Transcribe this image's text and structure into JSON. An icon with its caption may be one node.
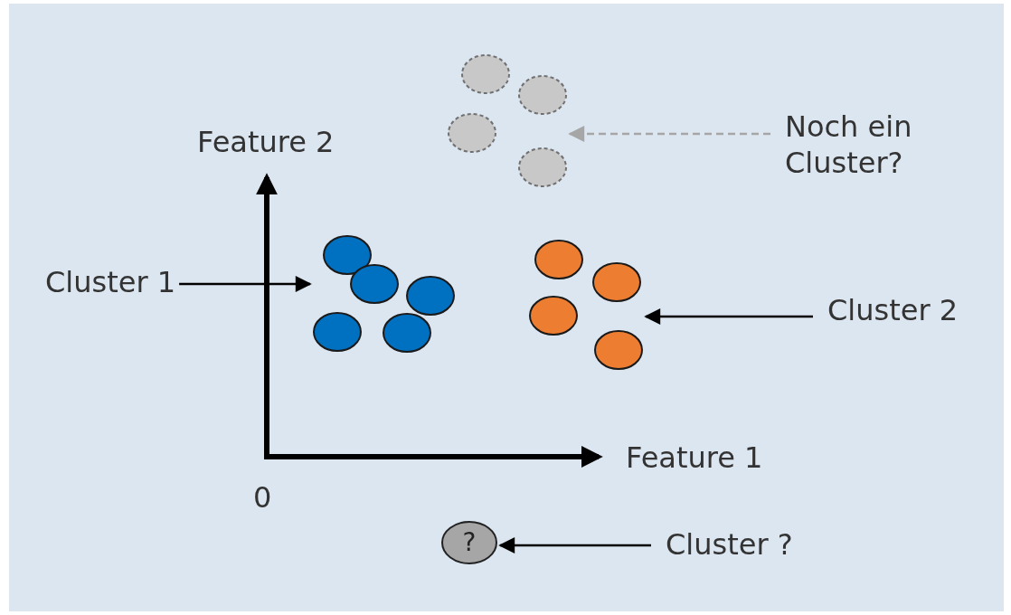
{
  "diagram": {
    "nodes": [
      {
        "text": [
          "Noch ein Cluster?"
        ]
      },
      {
        "text": [],
        "shape": "circle"
      },
      {
        "text": [
          "Cluster 1"
        ]
      },
      {
        "text": [],
        "shape": "circle"
      },
      {
        "text": [
          "Cluster 2"
        ]
      },
      {
        "text": [],
        "shape": "circle"
      },
      {
        "text": [
          "?"
        ]
      },
      {
        "text": [
          "Cluster ?"
        ]
      }
    ],
    "edges": [
      {
        "from": 0,
        "to": 1,
        "arrow": "to",
        "style": "dashed",
        "color": "#a6a6a6"
      },
      {
        "from": 2,
        "to": 3,
        "arrow": "to"
      },
      {
        "from": 4,
        "to": 5,
        "arrow": "to"
      },
      {
        "from": 7,
        "to": 6,
        "arrow": "to"
      }
    ],
    "labels": [
      "Feature 2",
      "Feature 1",
      "0"
    ]
  }
}
